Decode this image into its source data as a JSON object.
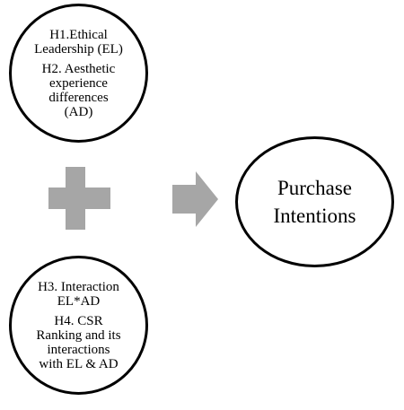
{
  "colors": {
    "shape_fill": "#a6a6a6",
    "circle_stroke": "#000000"
  },
  "top_circle": {
    "h1": "H1.Ethical\nLeadership (EL)",
    "h2": "H2. Aesthetic\nexperience\ndifferences\n(AD)"
  },
  "bottom_circle": {
    "h3": "H3. Interaction\nEL*AD",
    "h4": "H4. CSR\nRanking and its\ninteractions\nwith EL & AD"
  },
  "right_circle": {
    "label": "Purchase\nIntentions"
  },
  "icons": [
    "plus-icon",
    "arrow-right-icon"
  ]
}
